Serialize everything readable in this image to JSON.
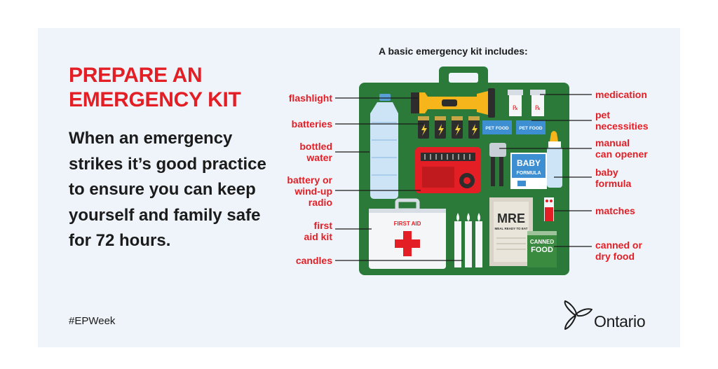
{
  "headline": "PREPARE AN EMERGENCY KIT",
  "body": "When an emergency strikes it’s good practice to ensure you can keep yourself and family safe for 72 hours.",
  "hashtag": "#EPWeek",
  "kit_heading": "A basic emergency kit includes:",
  "labels_left": {
    "flashlight": "flashlight",
    "batteries": "batteries",
    "bottled_water_1": "bottled",
    "bottled_water_2": "water",
    "radio_1": "battery or",
    "radio_2": "wind-up",
    "radio_3": "radio",
    "first_aid_1": "first",
    "first_aid_2": "aid kit",
    "candles": "candles"
  },
  "labels_right": {
    "medication": "medication",
    "pet_1": "pet",
    "pet_2": "necessities",
    "opener_1": "manual",
    "opener_2": "can opener",
    "baby_1": "baby",
    "baby_2": "formula",
    "matches": "matches",
    "canned_1": "canned or",
    "canned_2": "dry food"
  },
  "item_text": {
    "first_aid_box": "FIRST AID",
    "pet_food": "PET FOOD",
    "baby_formula_1": "BABY",
    "baby_formula_2": "FORMULA",
    "mre": "MRE",
    "mre_sub": "MEAL READY TO EAT",
    "canned_food_1": "CANNED",
    "canned_food_2": "FOOD"
  },
  "brand": "Ontario",
  "colors": {
    "red": "#e31e24",
    "kit_green": "#2b7a3a",
    "background": "#eef4fa",
    "text_dark": "#1b1b1b"
  }
}
